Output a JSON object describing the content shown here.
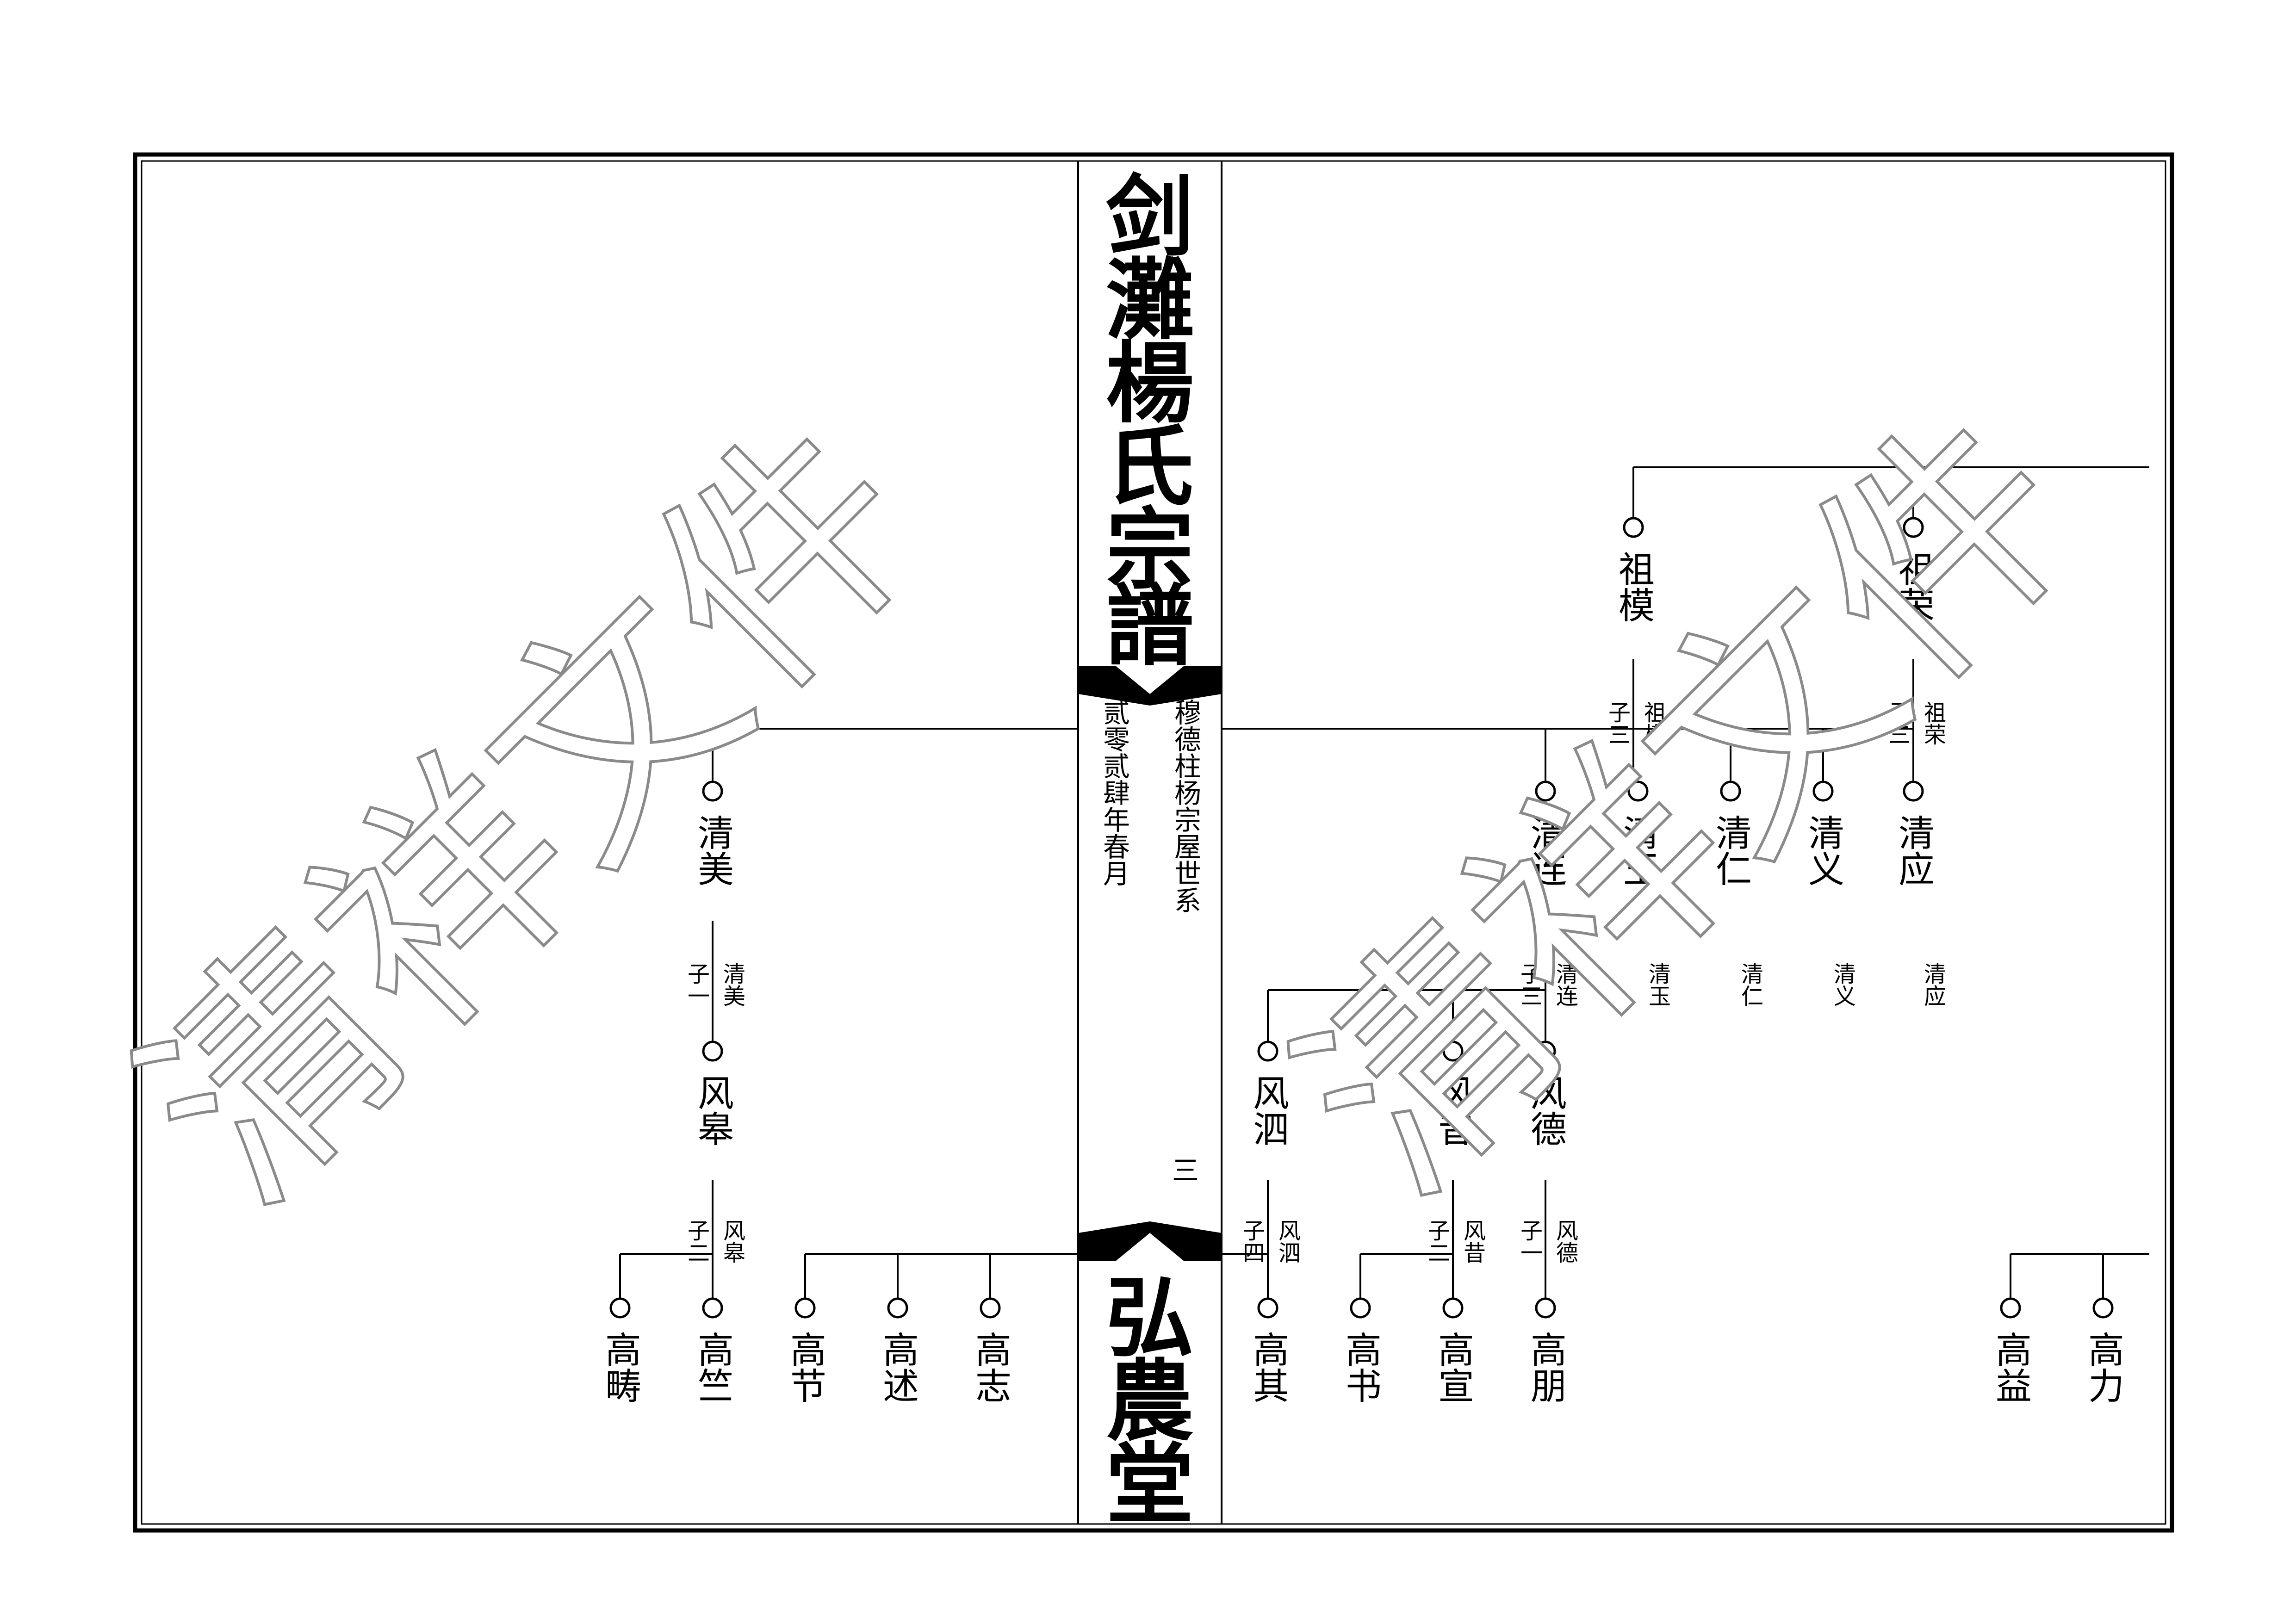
{
  "spine": {
    "title_chars": [
      "剑",
      "灘",
      "楊",
      "氏",
      "宗",
      "譜"
    ],
    "branch_label": "穆德柱杨宗屋世系",
    "date_label": "贰零贰肆年春月",
    "page_number": "三",
    "hall_chars": [
      "弘",
      "農",
      "堂"
    ]
  },
  "watermark": {
    "text": "清祥文件"
  },
  "persons": {
    "zu_mo": "祖模",
    "zu_rong": "祖荣",
    "qing_mei": "清美",
    "qing_lian": "清连",
    "qing_yu": "清玉",
    "qing_ren": "清仁",
    "qing_yi": "清义",
    "qing_ying": "清应",
    "feng_gao": "风皋",
    "feng_si": "风泗",
    "feng_xi": "风昔",
    "feng_de": "风德",
    "gao_chou": "高畴",
    "gao_zhu": "高竺",
    "gao_jie": "高节",
    "gao_shu": "高述",
    "gao_zhi": "高志",
    "gao_qi": "高其",
    "gao_shu2": "高书",
    "gao_xuan": "高宣",
    "gao_peng": "高朋",
    "gao_yi": "高益",
    "gao_li": "高力"
  },
  "notes": {
    "zu_mo": {
      "count": "子三",
      "parent": "祖模"
    },
    "zu_rong": {
      "count": "子三",
      "parent": "祖荣"
    },
    "qing_mei": {
      "count": "子一",
      "parent": "清美"
    },
    "qing_lian": {
      "count": "子三",
      "parent": "清连"
    },
    "qing_yu_parent": "清玉",
    "qing_ren_parent": "清仁",
    "qing_yi_parent": "清义",
    "qing_ying_parent": "清应",
    "feng_gao": {
      "count": "子二",
      "parent": "风皋"
    },
    "feng_si": {
      "count": "子四",
      "parent": "风泗"
    },
    "feng_xi": {
      "count": "子二",
      "parent": "风昔"
    },
    "feng_de": {
      "count": "子一",
      "parent": "风德"
    }
  }
}
